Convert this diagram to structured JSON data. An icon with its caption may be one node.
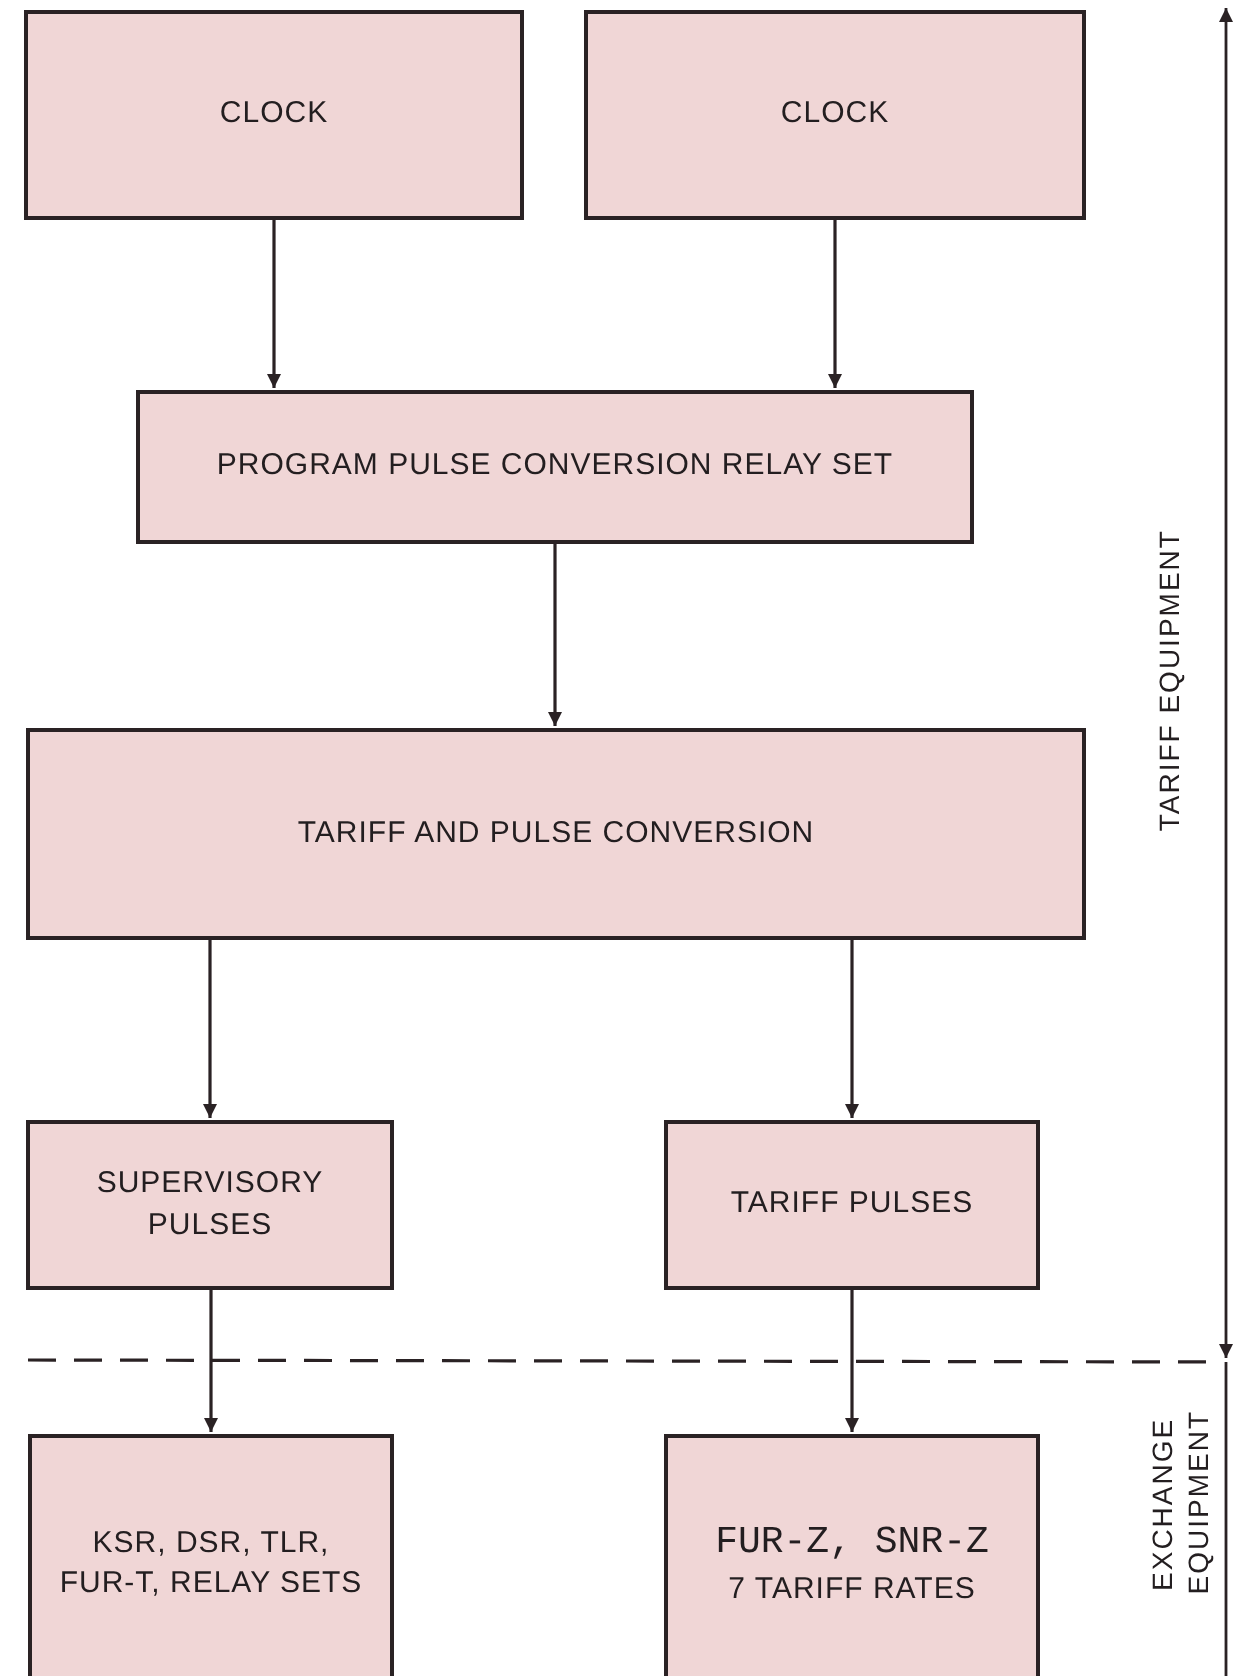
{
  "diagram": {
    "nodes": [
      {
        "text": [
          "CLOCK"
        ]
      },
      {
        "text": [
          "CLOCK"
        ]
      },
      {
        "text": [
          "PROGRAM PULSE CONVERSION RELAY SET"
        ]
      },
      {
        "text": [
          "TARIFF AND PULSE CONVERSION"
        ]
      },
      {
        "text": [
          "SUPERVISORY PULSES"
        ]
      },
      {
        "text": [
          "TARIFF PULSES"
        ]
      },
      {
        "text": [
          "KSR, DSR, TLR, FUR-T, RELAY SETS"
        ]
      },
      {
        "text": [
          "FUR-Z, SNR-Z",
          "7 TARIFF RATES"
        ]
      }
    ],
    "edges": [
      {
        "from": 0,
        "to": 2,
        "arrow": "to"
      },
      {
        "from": 1,
        "to": 2,
        "arrow": "to"
      },
      {
        "from": 2,
        "to": 3,
        "arrow": "to"
      },
      {
        "from": 3,
        "to": 4,
        "arrow": "to"
      },
      {
        "from": 3,
        "to": 5,
        "arrow": "to"
      },
      {
        "from": 4,
        "to": 6,
        "arrow": "to"
      },
      {
        "from": 5,
        "to": 7,
        "arrow": "to"
      }
    ],
    "labels": [
      "TARIFF EQUIPMENT",
      "EXCHANGE EQUIPMENT"
    ]
  }
}
